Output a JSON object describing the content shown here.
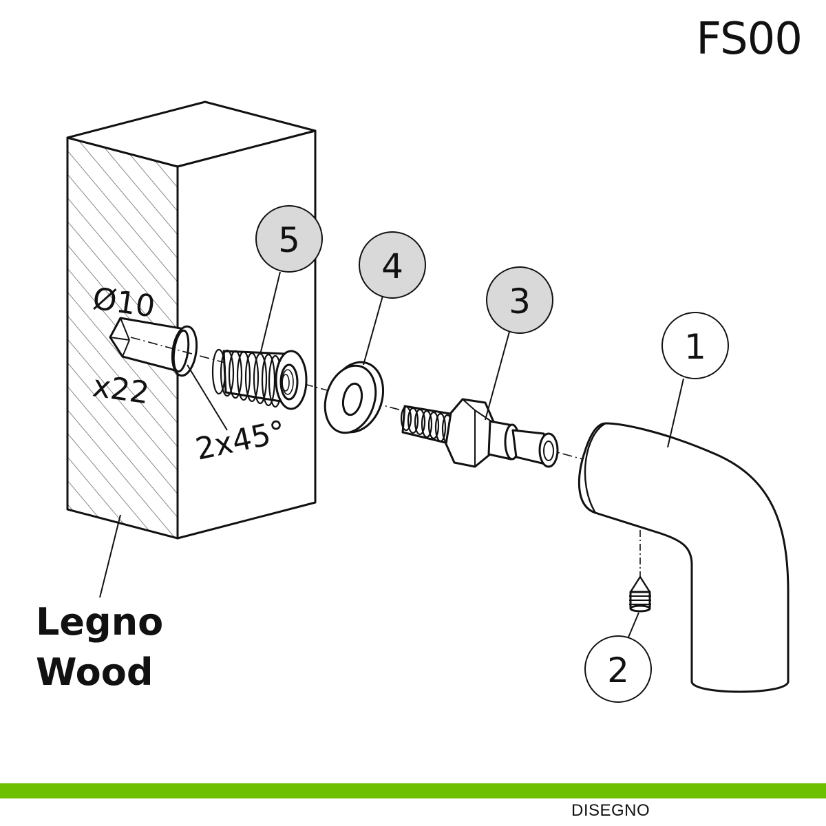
{
  "header": {
    "code": "FS00"
  },
  "dimensions": {
    "diameter": "Ø10",
    "depth": "x22",
    "chamfer": "2x45°"
  },
  "material": {
    "it": "Legno",
    "en": "Wood"
  },
  "parts": [
    {
      "number": "1",
      "fill": "#ffffff"
    },
    {
      "number": "2",
      "fill": "#ffffff"
    },
    {
      "number": "3",
      "fill": "#d9d9d9"
    },
    {
      "number": "4",
      "fill": "#d9d9d9"
    },
    {
      "number": "5",
      "fill": "#d9d9d9"
    }
  ],
  "footer": {
    "label": "DISEGNO",
    "accent": "#6cc000"
  },
  "colors": {
    "line": "#111111",
    "highlight_fill": "#d9d9d9"
  }
}
